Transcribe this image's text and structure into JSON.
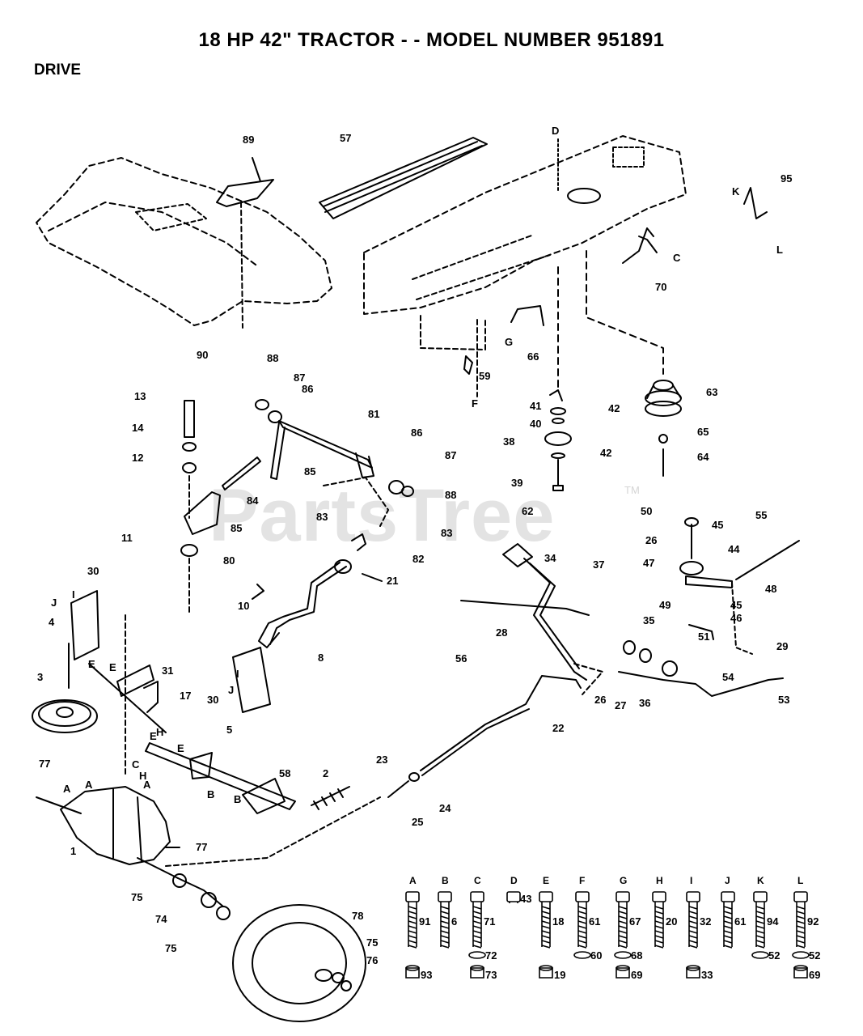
{
  "title": "18 HP 42\" TRACTOR - - MODEL NUMBER 951891",
  "section": "DRIVE",
  "watermark": "PartsTree",
  "watermark_tm": "TM",
  "callouts": [
    "89",
    "57",
    "D",
    "95",
    "K",
    "C",
    "70",
    "L",
    "90",
    "66",
    "G",
    "59",
    "F",
    "63",
    "88",
    "87",
    "86",
    "13",
    "81",
    "41",
    "42",
    "40",
    "14",
    "38",
    "86",
    "65",
    "12",
    "87",
    "64",
    "42",
    "85",
    "88",
    "39",
    "84",
    "83",
    "62",
    "50",
    "55",
    "83",
    "85",
    "26",
    "45",
    "11",
    "80",
    "82",
    "44",
    "47",
    "34",
    "21",
    "48",
    "30",
    "37",
    "45",
    "10",
    "I",
    "J",
    "46",
    "49",
    "28",
    "4",
    "8",
    "51",
    "35",
    "E",
    "E",
    "31",
    "29",
    "56",
    "I",
    "17",
    "26",
    "27",
    "36",
    "53",
    "54",
    "3",
    "30",
    "J",
    "H",
    "22",
    "E",
    "5",
    "E",
    "77",
    "A",
    "23",
    "A",
    "C",
    "A",
    "H",
    "B",
    "2",
    "58",
    "B",
    "24",
    "25",
    "77",
    "1",
    "75",
    "74",
    "75",
    "78",
    "75",
    "76"
  ],
  "hardware": [
    {
      "letter": "A",
      "bolt": "91",
      "nut": "93"
    },
    {
      "letter": "B",
      "bolt": "6"
    },
    {
      "letter": "C",
      "bolt": "71",
      "washer": "72",
      "nut": "73"
    },
    {
      "letter": "D",
      "bolt": "43"
    },
    {
      "letter": "E",
      "bolt": "18",
      "nut": "19"
    },
    {
      "letter": "F",
      "bolt": "61",
      "washer": "60"
    },
    {
      "letter": "G",
      "bolt": "67",
      "washer": "68",
      "nut": "69"
    },
    {
      "letter": "H",
      "bolt": "20"
    },
    {
      "letter": "I",
      "bolt": "32",
      "nut": "33"
    },
    {
      "letter": "J",
      "bolt": "61"
    },
    {
      "letter": "K",
      "bolt": "94",
      "washer": "52"
    },
    {
      "letter": "L",
      "bolt": "92",
      "washer": "52",
      "nut": "69"
    }
  ]
}
